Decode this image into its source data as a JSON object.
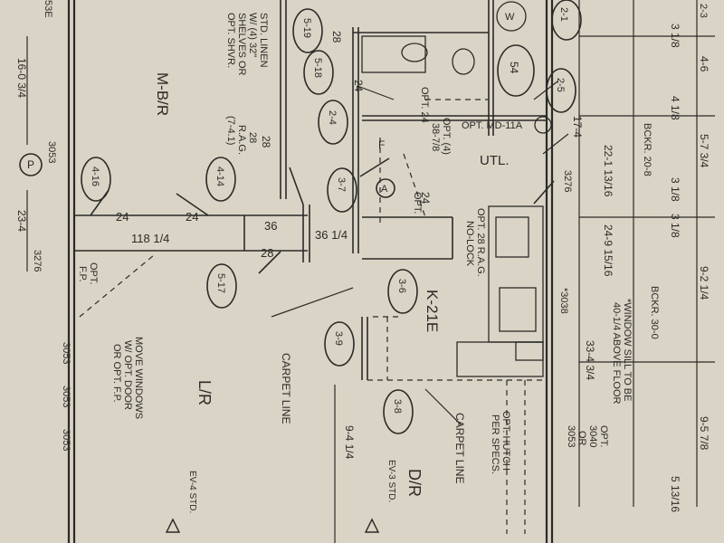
{
  "plan": {
    "rooms": {
      "master_bed": "M-B/R",
      "living": "L/R",
      "dining": "D/R",
      "kitchen": "K-21E",
      "utility": "UTL."
    },
    "callouts": [
      "2-3",
      "2-1",
      "5-19",
      "5-18",
      "2-4",
      "3-7",
      "4-16",
      "4-14",
      "5-17",
      "3-6",
      "3-9",
      "3-8",
      "2-5",
      "54"
    ],
    "dimensions": {
      "d1": "16-0 3/4",
      "d2": "23-4",
      "d3": "118 1/4",
      "d4": "36",
      "d5": "28",
      "d6": "36 1/4",
      "d7": "24",
      "d8": "24",
      "d9": "9-4 1/4",
      "d10": "22-1 13/16",
      "d11": "24-9 15/16",
      "d12": "33-4 3/4",
      "d13": "17-4",
      "d14": "4-6",
      "d15": "5-7 3/4",
      "d16": "9-2 1/4",
      "d17": "9-5 7/8",
      "d18": "5 13/16",
      "d19": "3 1/8",
      "d20": "4 1/8",
      "d21": "3 1/8",
      "d22": "3 1/8",
      "d23": "24",
      "d24": "24",
      "d25": "28",
      "d26": "28"
    },
    "notes": {
      "linen": "STD. LINEN",
      "linen2": "W/ (4) 32\"",
      "linen3": "SHELVES OR",
      "linen4": "OPT. SHVR.",
      "rag": "28",
      "rag2": "R.A.G.",
      "rag3": "(7-4.1)",
      "opt4": "OPT. (4)",
      "opt4b": "38-7/8",
      "opt_md": "OPT. MD-11A",
      "opt_rag": "OPT. 28 R.A.G.",
      "nolock": "NO-LOCK",
      "opt_fp": "OPT.",
      "opt_fp2": "F.P.",
      "move": "MOVE WINDOWS",
      "move2": "W/ OPT. DOOR",
      "move3": "OR OPT. F.P.",
      "carpet": "CARPET LINE",
      "carpet2": "CARPET LINE",
      "hutch": "OPT. HUTCH",
      "hutch2": "PER SPECS.",
      "opt3040": "OPT.",
      "opt3040b": "3040",
      "opt3040c": "OR",
      "opt3040d": "3053",
      "window_sill": "*WINDOW SILL TO BE",
      "window_sill2": "40-1/4 ABOVE FLOOR",
      "bckr1": "BCKR. 20-8",
      "bckr2": "BCKR. 30-0",
      "w3038": "*3038",
      "w3276": "3276",
      "w3276b": "3276",
      "w3053a": "3053",
      "w3053b": "3053",
      "w3053c": "3053",
      "w3053d": "3053",
      "w53e": "53E",
      "opt_24": "OPT. 24",
      "opt_24b": "OPT.",
      "ev4": "EV-4 STD.",
      "ev3": "EV-3 STD.",
      "p": "P",
      "f": "F",
      "a": "A",
      "w": "W"
    }
  }
}
